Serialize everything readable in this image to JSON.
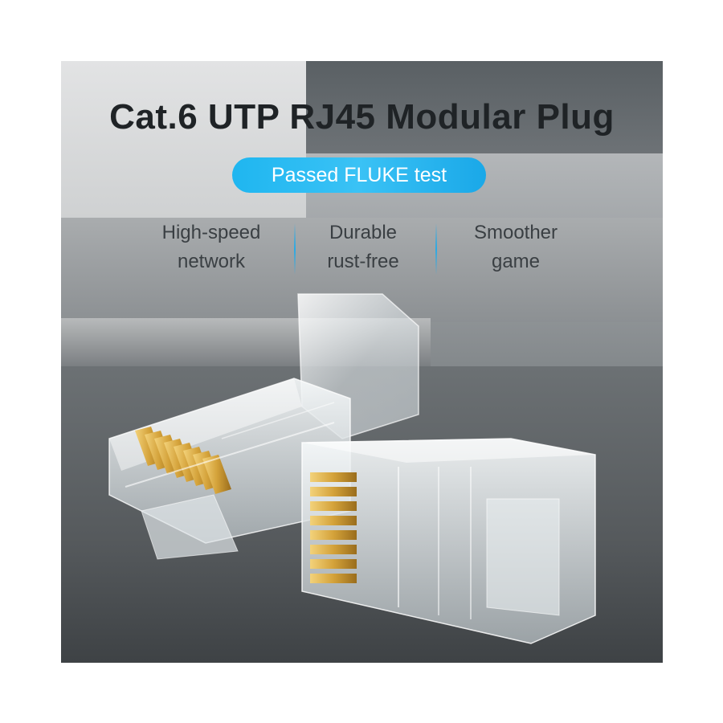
{
  "title": "Cat.6 UTP RJ45 Modular Plug",
  "badge": "Passed FLUKE test",
  "features": [
    {
      "line1": "High-speed",
      "line2": "network"
    },
    {
      "line1": "Durable",
      "line2": "rust-free"
    },
    {
      "line1": "Smoother",
      "line2": "game"
    }
  ],
  "colors": {
    "badge": "#1fb6f0",
    "title": "#1f2326",
    "contacts": "#d4a23a"
  }
}
